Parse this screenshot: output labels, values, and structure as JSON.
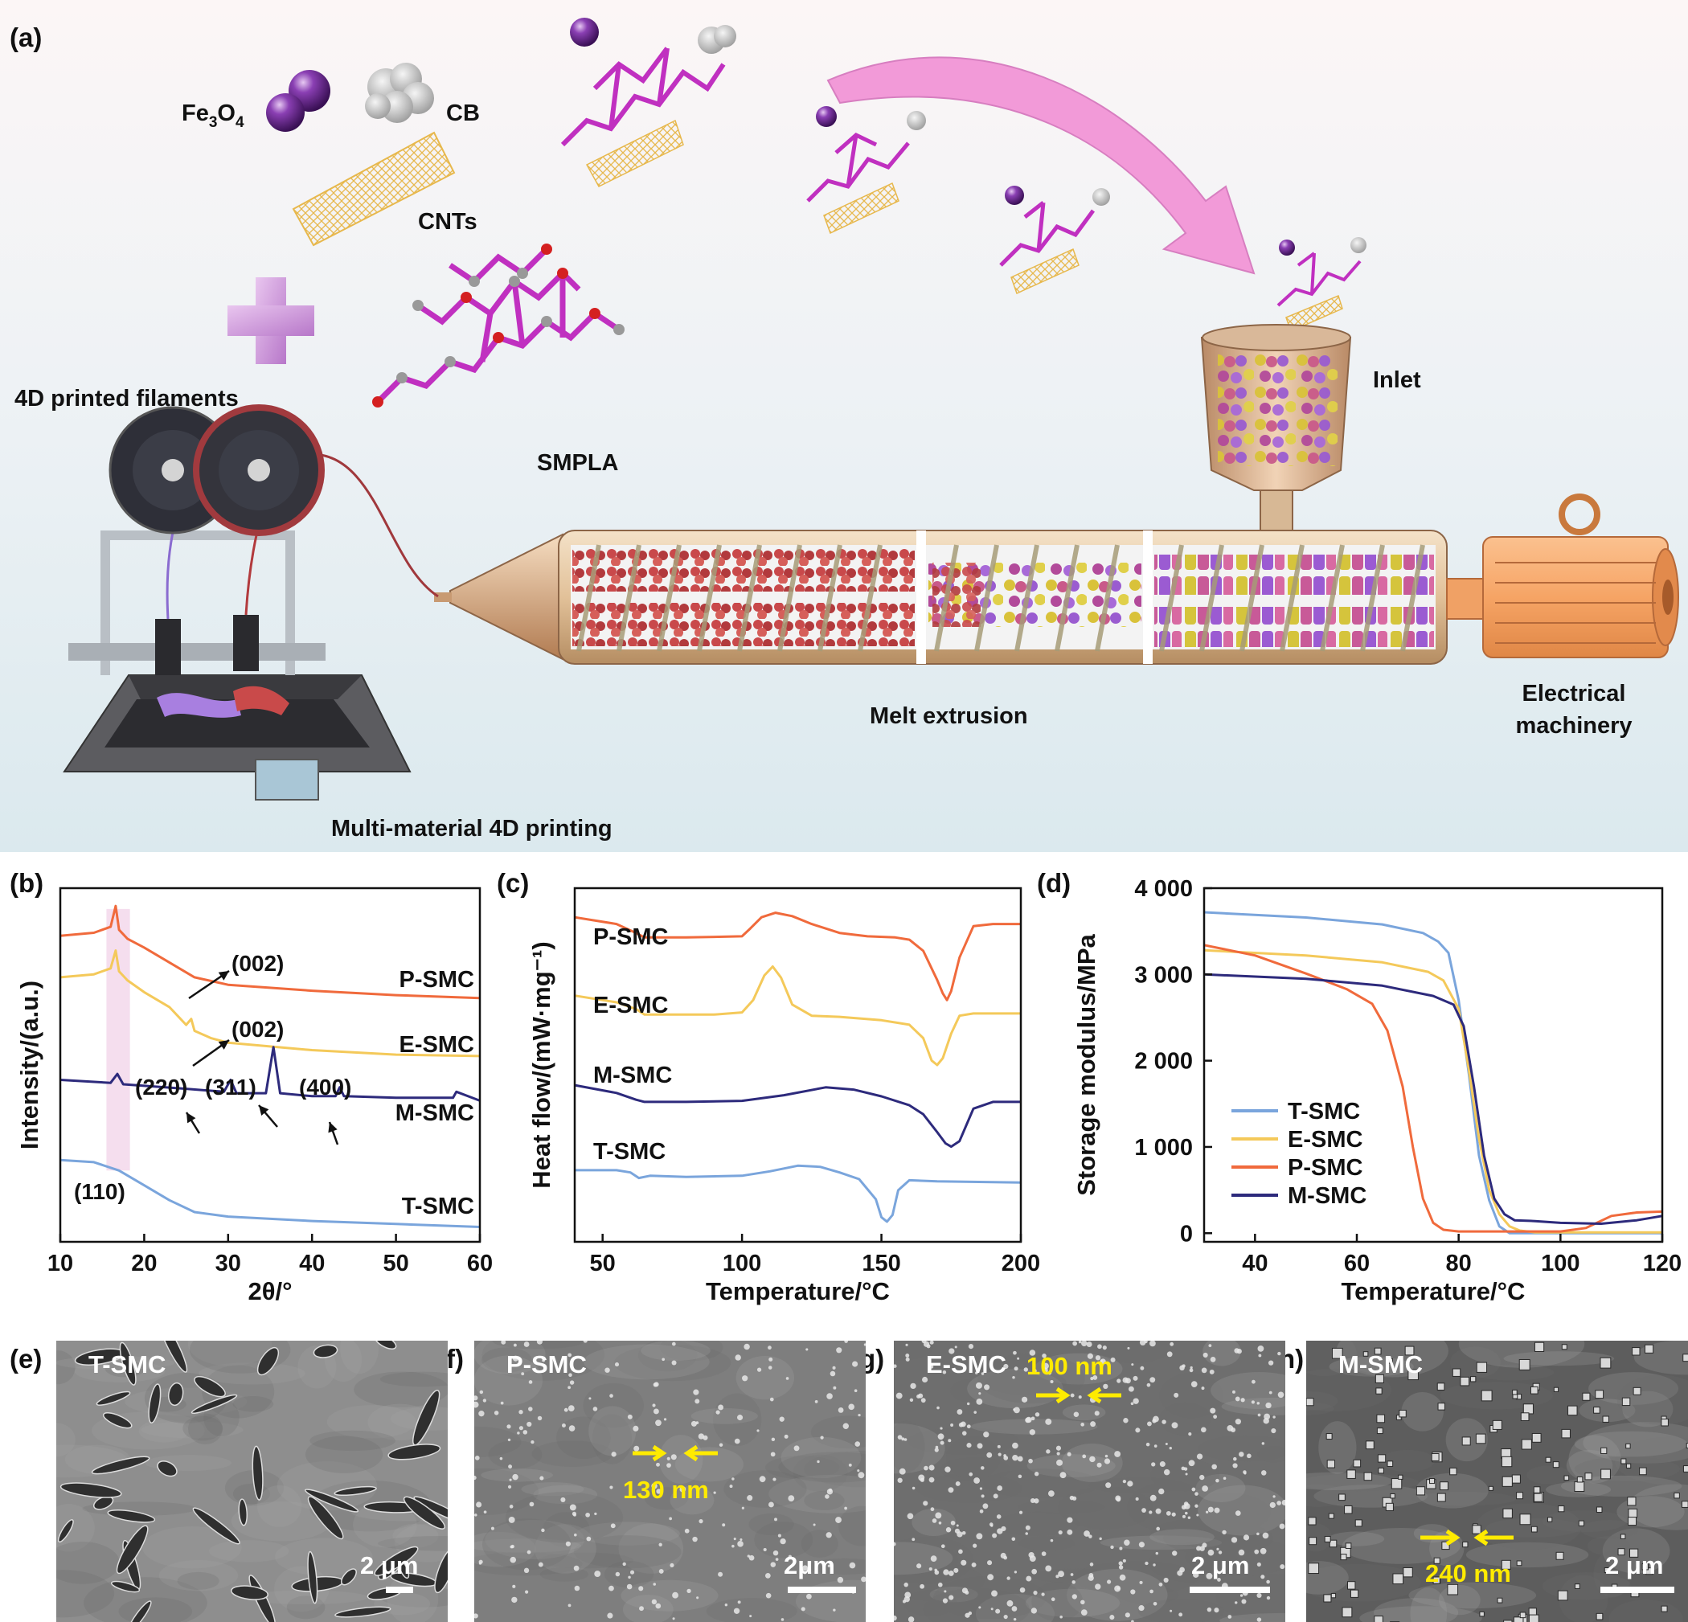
{
  "panel_labels": {
    "a": "(a)",
    "b": "(b)",
    "c": "(c)",
    "d": "(d)",
    "e": "(e)",
    "f": "(f)",
    "g": "(g)",
    "h": "(h)"
  },
  "schematic": {
    "fe3o4": "Fe",
    "fe3o4_sub1": "3",
    "fe3o4_o": "O",
    "fe3o4_sub2": "4",
    "cb": "CB",
    "cnts": "CNTs",
    "smpla": "SMPLA",
    "filaments": "4D printed filaments",
    "inlet": "Inlet",
    "melt_extrusion": "Melt extrusion",
    "electrical_line1": "Electrical",
    "electrical_line2": "machinery",
    "printing": "Multi-material 4D printing",
    "colors": {
      "magenta": "#c030c0",
      "arrow": "#f29ad8",
      "barrel": "#e8c9a2",
      "motor": "#f5a266"
    }
  },
  "chart_data": [
    {
      "id": "b",
      "type": "line",
      "xlabel": "2θ/°",
      "ylabel": "Intensity/(a.u.)",
      "xlim": [
        10,
        60
      ],
      "xticks": [
        "10",
        "20",
        "30",
        "40",
        "50",
        "60"
      ],
      "series": [
        {
          "name": "P-SMC",
          "color": "#f06a3c",
          "x": [
            10,
            14,
            16,
            16.6,
            17,
            18,
            20,
            23,
            26,
            30,
            40,
            50,
            60
          ],
          "y": [
            7.0,
            7.1,
            7.3,
            8.0,
            7.2,
            6.9,
            6.6,
            6.1,
            5.6,
            5.35,
            5.15,
            5.0,
            4.9
          ]
        },
        {
          "name": "E-SMC",
          "color": "#f4c95a",
          "x": [
            10,
            14,
            16,
            16.6,
            17,
            18,
            20,
            23,
            25,
            25.6,
            26,
            28,
            30,
            40,
            50,
            60
          ],
          "y": [
            5.6,
            5.7,
            5.9,
            6.5,
            5.8,
            5.5,
            5.1,
            4.6,
            4.0,
            4.2,
            3.8,
            3.55,
            3.4,
            3.15,
            3.0,
            2.95
          ]
        },
        {
          "name": "M-SMC",
          "color": "#2d2a7c",
          "x": [
            10,
            16,
            16.8,
            17.5,
            20,
            25,
            29.5,
            30.3,
            31,
            34.5,
            35.4,
            36.2,
            40,
            42.8,
            43.3,
            43.8,
            50,
            56.8,
            57.2,
            60
          ],
          "y": [
            2.15,
            2.05,
            2.35,
            2.0,
            1.95,
            1.85,
            1.75,
            2.15,
            1.7,
            1.7,
            3.25,
            1.7,
            1.6,
            1.6,
            1.9,
            1.6,
            1.55,
            1.55,
            1.75,
            1.45
          ]
        },
        {
          "name": "T-SMC",
          "color": "#7aa5dc",
          "x": [
            10,
            14,
            17,
            20,
            23,
            26,
            30,
            40,
            50,
            60
          ],
          "y": [
            -0.55,
            -0.62,
            -0.9,
            -1.4,
            -1.9,
            -2.3,
            -2.45,
            -2.6,
            -2.7,
            -2.8
          ]
        }
      ],
      "annotations": [
        "(002)",
        "(002)",
        "(220)",
        "(311)",
        "(400)",
        "(110)"
      ],
      "series_labels": [
        "P-SMC",
        "E-SMC",
        "M-SMC",
        "T-SMC"
      ],
      "highlight_band": [
        15.5,
        18.3
      ]
    },
    {
      "id": "c",
      "type": "line",
      "xlabel": "Temperature/°C",
      "ylabel": "Heat flow/(mW·mg⁻¹)",
      "xlim": [
        40,
        200
      ],
      "xticks": [
        "50",
        "100",
        "150",
        "200"
      ],
      "series": [
        {
          "name": "P-SMC",
          "color": "#f06a3c",
          "x": [
            40,
            55,
            62,
            65,
            80,
            100,
            103,
            107,
            112,
            118,
            125,
            135,
            145,
            155,
            160,
            165,
            170,
            172,
            173.5,
            175,
            178,
            183,
            190,
            200
          ],
          "y": [
            8.2,
            7.9,
            7.5,
            7.3,
            7.3,
            7.35,
            7.7,
            8.2,
            8.4,
            8.25,
            7.9,
            7.5,
            7.35,
            7.3,
            7.2,
            6.7,
            5.4,
            4.8,
            4.5,
            4.9,
            6.4,
            7.8,
            7.9,
            7.9
          ]
        },
        {
          "name": "E-SMC",
          "color": "#f4c95a",
          "x": [
            40,
            55,
            62,
            65,
            90,
            100,
            104,
            108,
            111,
            114,
            118,
            125,
            135,
            150,
            160,
            165,
            168,
            170,
            172,
            175,
            178,
            183,
            190,
            200
          ],
          "y": [
            4.7,
            4.4,
            4.1,
            3.85,
            3.85,
            3.95,
            4.5,
            5.6,
            6.0,
            5.5,
            4.3,
            3.8,
            3.75,
            3.6,
            3.4,
            2.8,
            1.8,
            1.6,
            1.9,
            3.0,
            3.8,
            3.9,
            3.9,
            3.9
          ]
        },
        {
          "name": "M-SMC",
          "color": "#2d2a7c",
          "x": [
            40,
            55,
            62,
            65,
            80,
            100,
            115,
            130,
            140,
            150,
            160,
            165,
            170,
            173,
            175,
            178,
            183,
            190,
            200
          ],
          "y": [
            0.7,
            0.35,
            0.05,
            -0.05,
            -0.05,
            0.0,
            0.25,
            0.6,
            0.5,
            0.2,
            -0.2,
            -0.6,
            -1.4,
            -1.9,
            -2.05,
            -1.8,
            -0.35,
            -0.05,
            -0.05
          ]
        },
        {
          "name": "T-SMC",
          "color": "#7aa5dc",
          "x": [
            40,
            55,
            60,
            63,
            67,
            80,
            100,
            110,
            120,
            128,
            135,
            142,
            148,
            150,
            152,
            154,
            156,
            160,
            170,
            200
          ],
          "y": [
            -3.1,
            -3.1,
            -3.2,
            -3.45,
            -3.35,
            -3.4,
            -3.35,
            -3.15,
            -2.9,
            -2.95,
            -3.2,
            -3.5,
            -4.4,
            -5.2,
            -5.4,
            -5.1,
            -4.0,
            -3.55,
            -3.6,
            -3.65
          ]
        }
      ],
      "series_labels": [
        "P-SMC",
        "E-SMC",
        "M-SMC",
        "T-SMC"
      ]
    },
    {
      "id": "d",
      "type": "line",
      "xlabel": "Temperature/°C",
      "ylabel": "Storage modulus/MPa",
      "xlim": [
        30,
        120
      ],
      "ylim": [
        -100,
        4000
      ],
      "xticks": [
        "40",
        "60",
        "80",
        "100",
        "120"
      ],
      "yticks": [
        "0",
        "1 000",
        "2 000",
        "3 000",
        "4 000"
      ],
      "legend_position": "lower-left",
      "series": [
        {
          "name": "T-SMC",
          "color": "#7aa5dc",
          "x": [
            30,
            50,
            65,
            73,
            76,
            78,
            80,
            82,
            84,
            86,
            88,
            90,
            100,
            120
          ],
          "y": [
            3720,
            3660,
            3580,
            3480,
            3380,
            3250,
            2700,
            1850,
            900,
            380,
            80,
            0,
            0,
            0
          ]
        },
        {
          "name": "E-SMC",
          "color": "#f4c95a",
          "x": [
            30,
            50,
            65,
            74,
            77,
            80,
            82,
            84,
            86,
            88,
            90,
            92,
            95,
            100,
            120
          ],
          "y": [
            3280,
            3220,
            3140,
            3030,
            2930,
            2600,
            1900,
            1100,
            500,
            220,
            80,
            30,
            10,
            10,
            10
          ]
        },
        {
          "name": "P-SMC",
          "color": "#f06a3c",
          "x": [
            30,
            40,
            50,
            58,
            63,
            66,
            69,
            71,
            73,
            75,
            77,
            80,
            85,
            100,
            105,
            110,
            115,
            120
          ],
          "y": [
            3340,
            3220,
            3010,
            2830,
            2660,
            2350,
            1700,
            1000,
            400,
            120,
            40,
            20,
            20,
            20,
            60,
            200,
            240,
            250
          ]
        },
        {
          "name": "M-SMC",
          "color": "#2d2a7c",
          "x": [
            30,
            50,
            65,
            75,
            79,
            81,
            83,
            85,
            87,
            89,
            91,
            95,
            100,
            108,
            115,
            120
          ],
          "y": [
            3000,
            2950,
            2870,
            2750,
            2650,
            2400,
            1700,
            900,
            400,
            220,
            150,
            140,
            120,
            110,
            150,
            200
          ]
        }
      ]
    }
  ],
  "sem": [
    {
      "tag": "T-SMC",
      "scale": "2 μm",
      "measure": ""
    },
    {
      "tag": "P-SMC",
      "scale": "2μm",
      "measure": "130 nm"
    },
    {
      "tag": "E-SMC",
      "scale": "2 μm",
      "measure": "100 nm"
    },
    {
      "tag": "M-SMC",
      "scale": "2 μm",
      "measure": "240 nm"
    }
  ]
}
